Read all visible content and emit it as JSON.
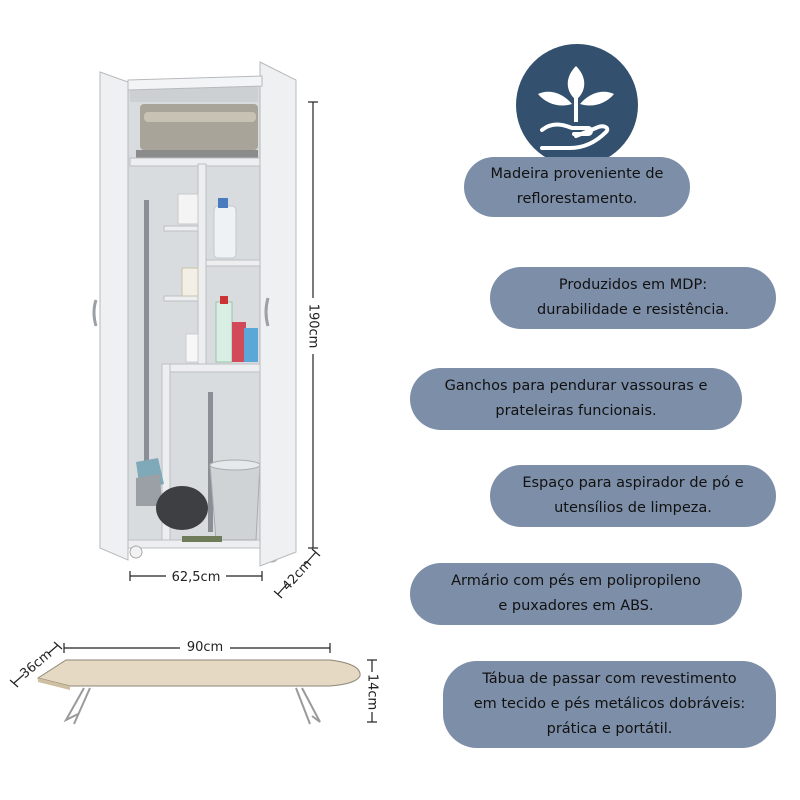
{
  "colors": {
    "pill_bg": "#7d8ea8",
    "logo_bg": "#33506e",
    "cabinet": "#e6e8ea",
    "board": "#e5d9c3"
  },
  "logo": {
    "icon": "sustainable-plant-hand-icon"
  },
  "features": [
    {
      "line1": "Madeira proveniente de",
      "line2": "reflorestamento."
    },
    {
      "line1": "Produzidos em MDP:",
      "line2": "durabilidade e resistência."
    },
    {
      "line1": "Ganchos para pendurar vassouras e",
      "line2": "prateleiras funcionais."
    },
    {
      "line1": "Espaço para aspirador de pó e",
      "line2": "utensílios de limpeza."
    },
    {
      "line1": "Armário com pés em polipropileno",
      "line2": "e puxadores em ABS."
    },
    {
      "line1": "Tábua de passar com revestimento",
      "line2": "em tecido e pés metálicos dobráveis:",
      "line3": "prática e portátil."
    }
  ],
  "cabinet_dims": {
    "height": "190cm",
    "width": "62,5cm",
    "depth": "42cm"
  },
  "board_dims": {
    "length": "90cm",
    "width": "36cm",
    "height": "14cm"
  }
}
